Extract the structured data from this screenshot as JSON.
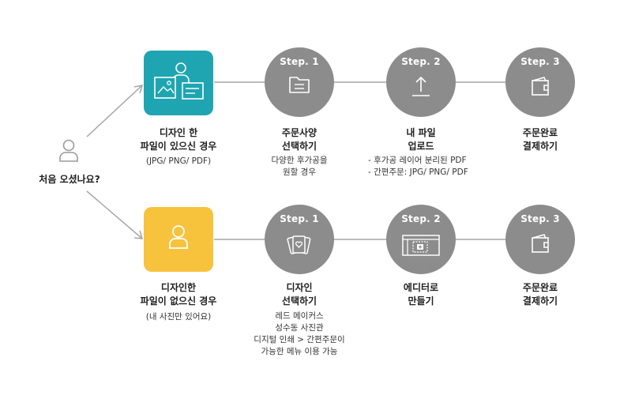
{
  "start": {
    "label": "처음 오셨나요?",
    "icon": "user-icon"
  },
  "rows": [
    {
      "option": {
        "title_line1": "디자인 한",
        "title_line2": "파일이 있으신 경우",
        "note": "(JPG/ PNG/ PDF)",
        "icon": "designer-with-files-icon",
        "color": "#1fa5b1"
      },
      "steps": [
        {
          "step": "Step. 1",
          "title_line1": "주문사양",
          "title_line2": "선택하기",
          "desc": [
            "다양한 후가공을",
            "원할 경우"
          ],
          "icon": "folder-icon"
        },
        {
          "step": "Step. 2",
          "title_line1": "내 파일",
          "title_line2": "업로드",
          "desc": [
            "- 후가공 레이어 분리된 PDF",
            "- 간편주문: JPG/ PNG/ PDF"
          ],
          "icon": "upload-icon"
        },
        {
          "step": "Step. 3",
          "title_line1": "주문완료",
          "title_line2": "결제하기",
          "desc": [],
          "icon": "wallet-icon"
        }
      ]
    },
    {
      "option": {
        "title_line1": "디자인한",
        "title_line2": "파일이 없으신 경우",
        "note": "(내 사진만 있어요)",
        "icon": "user-icon",
        "color": "#f7c33d"
      },
      "steps": [
        {
          "step": "Step. 1",
          "title_line1": "디자인",
          "title_line2": "선택하기",
          "desc": [
            "레드 메이커스",
            "성수동 사진관",
            "디지털 인쇄 > 간편주문이",
            "가능한 메뉴 이용 가능"
          ],
          "icon": "cards-icon"
        },
        {
          "step": "Step. 2",
          "title_line1": "에디터로",
          "title_line2": "만들기",
          "desc": [],
          "icon": "editor-icon"
        },
        {
          "step": "Step. 3",
          "title_line1": "주문완료",
          "title_line2": "결제하기",
          "desc": [],
          "icon": "wallet-icon"
        }
      ]
    }
  ],
  "colors": {
    "circle": "#8c8c8c",
    "line": "#a6a6a6"
  }
}
